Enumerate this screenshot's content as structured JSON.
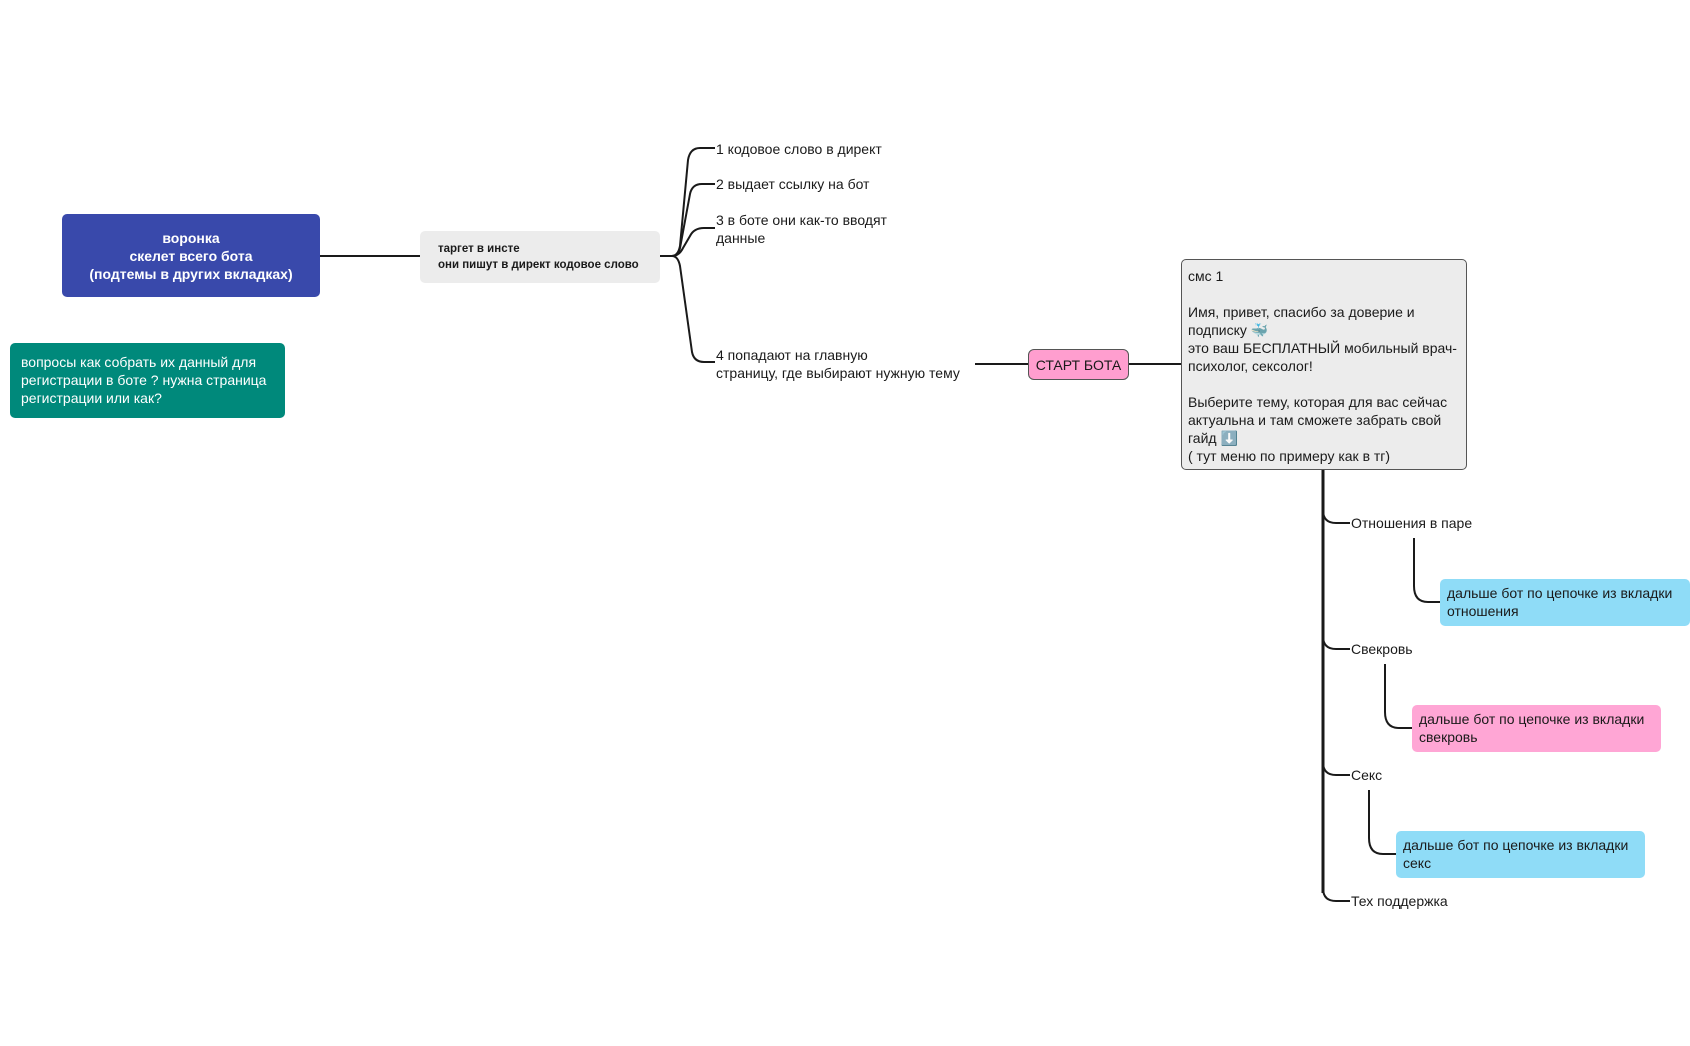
{
  "root": {
    "label": "воронка\nскелет всего бота\n(подтемы в других вкладках)"
  },
  "question": {
    "label": "вопросы как собрать их данный для регистрации в боте ? нужна страница регистрации или как?"
  },
  "target": {
    "label": "таргет в инсте\nони пишут в директ кодовое слово"
  },
  "steps": [
    {
      "label": "1 кодовое слово в директ"
    },
    {
      "label": "2 выдает ссылку на бот"
    },
    {
      "label": "3 в боте они как-то вводят\nданные"
    },
    {
      "label": "4 попадают на главную\nстраницу, где выбирают нужную тему"
    }
  ],
  "start": {
    "label": "СТАРТ БОТА"
  },
  "sms": {
    "label": "смс 1\n\nИмя, привет, спасибо за доверие и подписку 🐳\nэто ваш БЕСПЛАТНЫЙ мобильный врач-психолог, сексолог!\n\nВыберите тему, которая для вас сейчас актуальна и там сможете забрать свой гайд ⬇️\n( тут меню по примеру как в тг)"
  },
  "topics": [
    {
      "label": "Отношения в паре",
      "sub": "дальше бот по цепочке из вкладки отношения"
    },
    {
      "label": "Свекровь",
      "sub": "дальше бот по цепочке из вкладки свекровь"
    },
    {
      "label": "Секс",
      "sub": "дальше бот по цепочке из вкладки секс"
    },
    {
      "label": "Тех поддержка"
    }
  ],
  "colors": {
    "root": "#3949ab",
    "question": "#00897b",
    "target": "#ececec",
    "start": "#ff9ecf",
    "sub_blue": "#8fdcf7",
    "sub_pink": "#ffa6d5",
    "line": "#1a1a1a"
  }
}
